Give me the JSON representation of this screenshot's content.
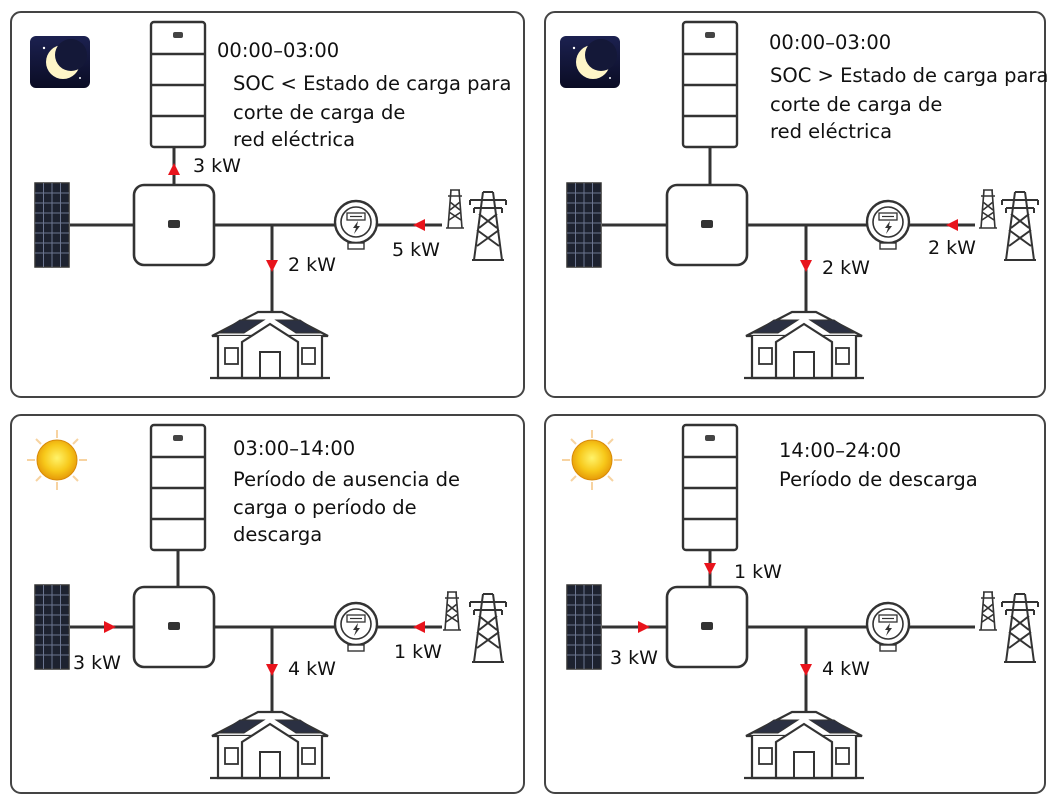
{
  "panels": [
    {
      "time_icon": "moon-icon",
      "time": "00:00–03:00",
      "desc": [
        "SOC < Estado de carga para",
        "corte de carga de",
        "red eléctrica"
      ],
      "flows": {
        "battery": "3 kW",
        "load": "2 kW",
        "grid": "5 kW"
      }
    },
    {
      "time_icon": "moon-icon",
      "time": "00:00–03:00",
      "desc": [
        "SOC > Estado de carga para",
        "corte de carga de",
        "red eléctrica"
      ],
      "flows": {
        "load": "2 kW",
        "grid": "2 kW"
      }
    },
    {
      "time_icon": "sun-icon",
      "time": "03:00–14:00",
      "desc": [
        "Período de ausencia de",
        "carga o período de",
        "descarga"
      ],
      "flows": {
        "pv": "3 kW",
        "load": "4 kW",
        "grid": "1 kW"
      }
    },
    {
      "time_icon": "sun-icon",
      "time": "14:00–24:00",
      "desc": [
        "Período de descarga"
      ],
      "flows": {
        "battery": "1 kW",
        "pv": "3 kW",
        "load": "4 kW"
      }
    }
  ],
  "colors": {
    "arrow": "#e8141c",
    "line": "#333333",
    "frame": "#444444"
  }
}
